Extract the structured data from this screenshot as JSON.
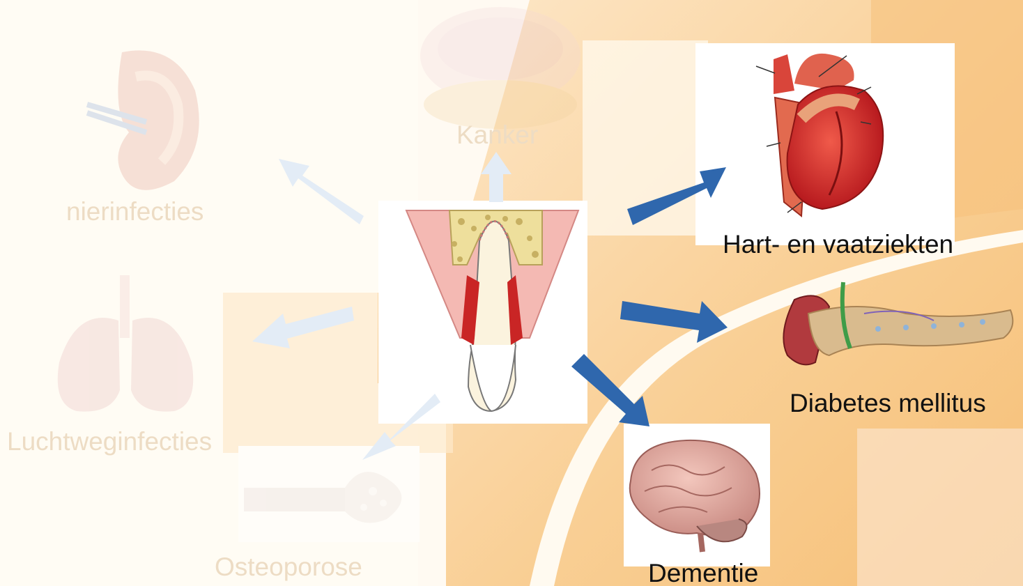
{
  "colors": {
    "arrow_active": "#2f67ad",
    "arrow_faded": "#e3ecf6",
    "label_active": "#111111",
    "label_faded": "#eddcc4",
    "background_light": "#fffaf2",
    "background_orange": "#f8c987"
  },
  "labels": {
    "kanker": "Kanker",
    "nierinfecties": "nierinfecties",
    "luchtweginfecties": "Luchtweginfecties",
    "osteoporose": "Osteoporose",
    "hart": "Hart- en vaatziekten",
    "diabetes": "Diabetes mellitus",
    "dementie": "Dementie"
  },
  "images": {
    "center": "tooth-periodontitis-cross-section",
    "kanker": "tumor-cells-illustration",
    "nierinfecties": "kidney-anatomy-illustration",
    "luchtweginfecties": "lungs-illustration",
    "osteoporose": "osteoporotic-bone-illustration",
    "hart": "heart-anatomy-illustration",
    "diabetes": "pancreas-illustration",
    "dementie": "brain-illustration"
  }
}
